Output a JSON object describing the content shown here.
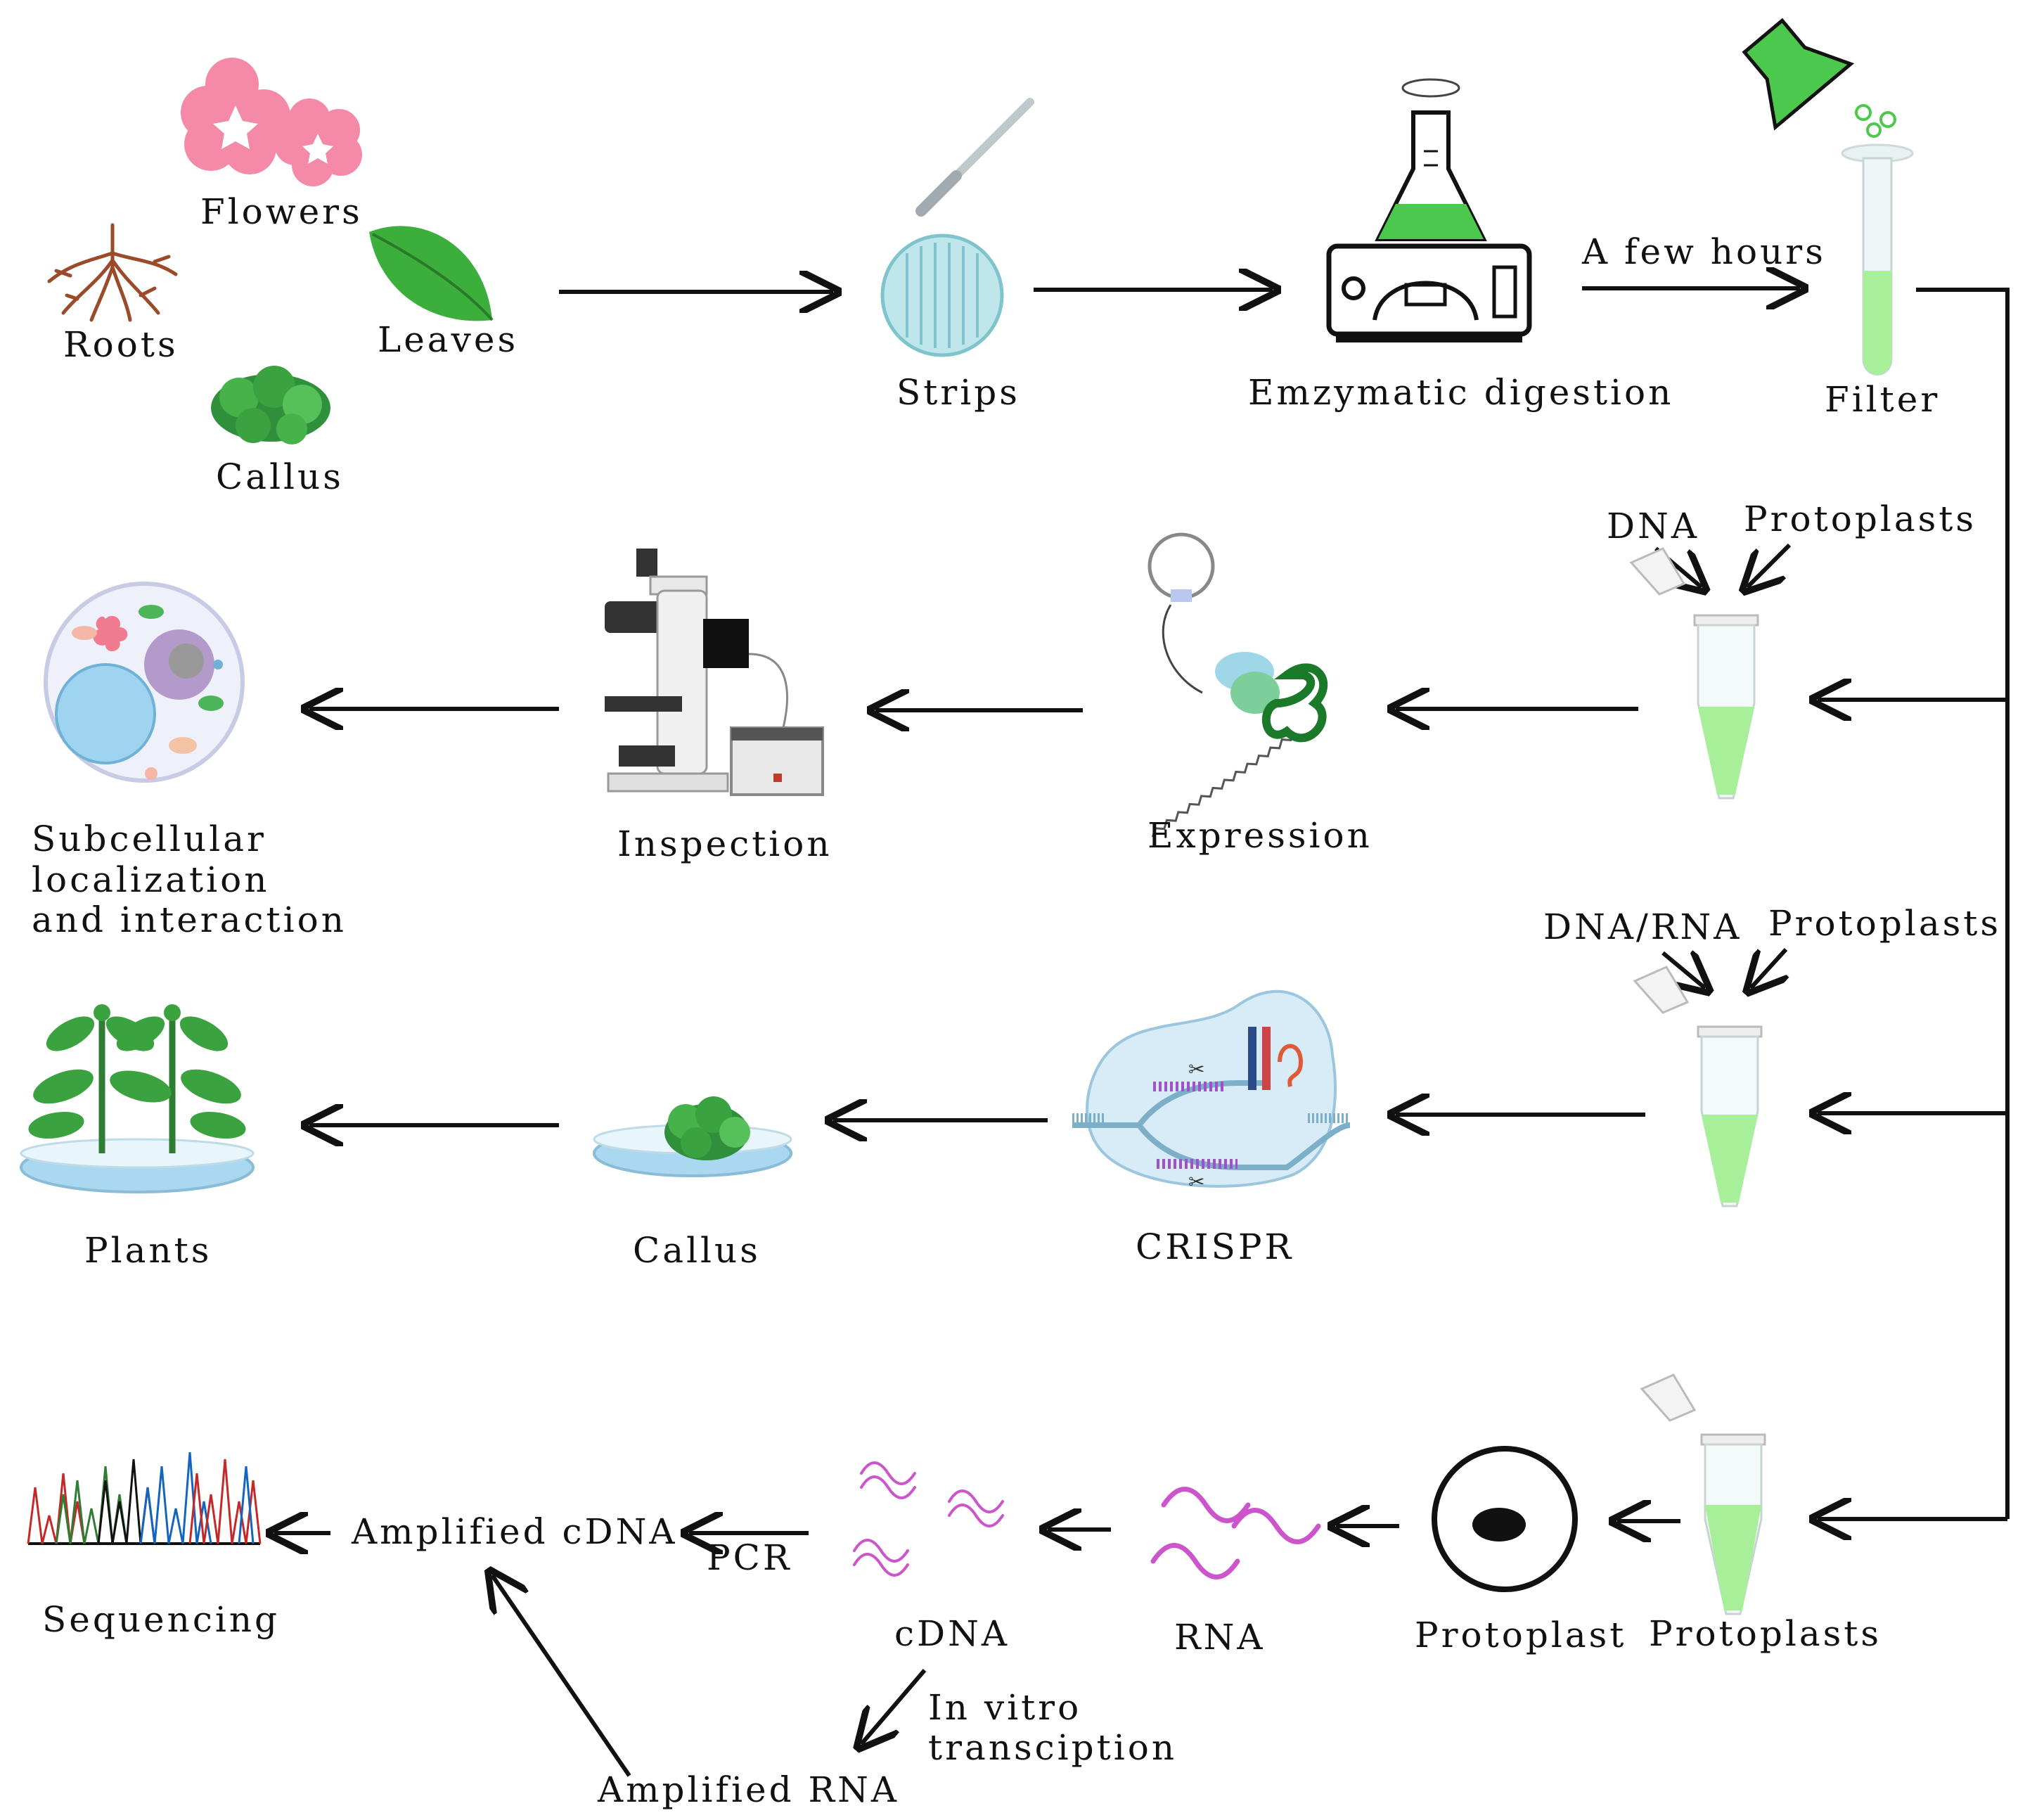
{
  "labels": {
    "flowers": "Flowers",
    "roots": "Roots",
    "leaves": "Leaves",
    "callus_top": "Callus",
    "strips": "Strips",
    "enzymatic": "Emzymatic digestion",
    "few_hours": "A few hours",
    "filter": "Filter",
    "dna": "DNA",
    "protoplasts_1": "Protoplasts",
    "expression": "Expression",
    "inspection": "Inspection",
    "subcellular_1": "Subcellular",
    "subcellular_2": "localization",
    "subcellular_3": "and interaction",
    "dna_rna": "DNA/RNA",
    "protoplasts_2": "Protoplasts",
    "crispr": "CRISPR",
    "callus_mid": "Callus",
    "plants": "Plants",
    "protoplasts_3": "Protoplasts",
    "protoplast": "Protoplast",
    "rna": "RNA",
    "cdna": "cDNA",
    "pcr": "PCR",
    "amplified_cdna": "Amplified cDNA",
    "sequencing": "Sequencing",
    "in_vitro_1": "In vitro",
    "in_vitro_2": "transciption",
    "amplified_rna": "Amplified RNA"
  },
  "colors": {
    "green": "#4cc94c",
    "light_green": "#a8ef9a",
    "pink": "#f58aa8",
    "magenta": "#cc55cc",
    "light_blue": "#cfeaf5",
    "dark": "#111111"
  },
  "icons": [
    "flower-icon",
    "root-icon",
    "leaf-icon",
    "callus-icon",
    "scalpel-icon",
    "petri-dish-icon",
    "flask-icon",
    "stirrer-icon",
    "tube-icon",
    "microcentrifuge-tube-icon",
    "plasmid-icon",
    "microscope-icon",
    "cell-icon",
    "crispr-icon",
    "plant-icon",
    "protoplast-icon",
    "rna-wave-icon",
    "chromatogram-icon"
  ]
}
